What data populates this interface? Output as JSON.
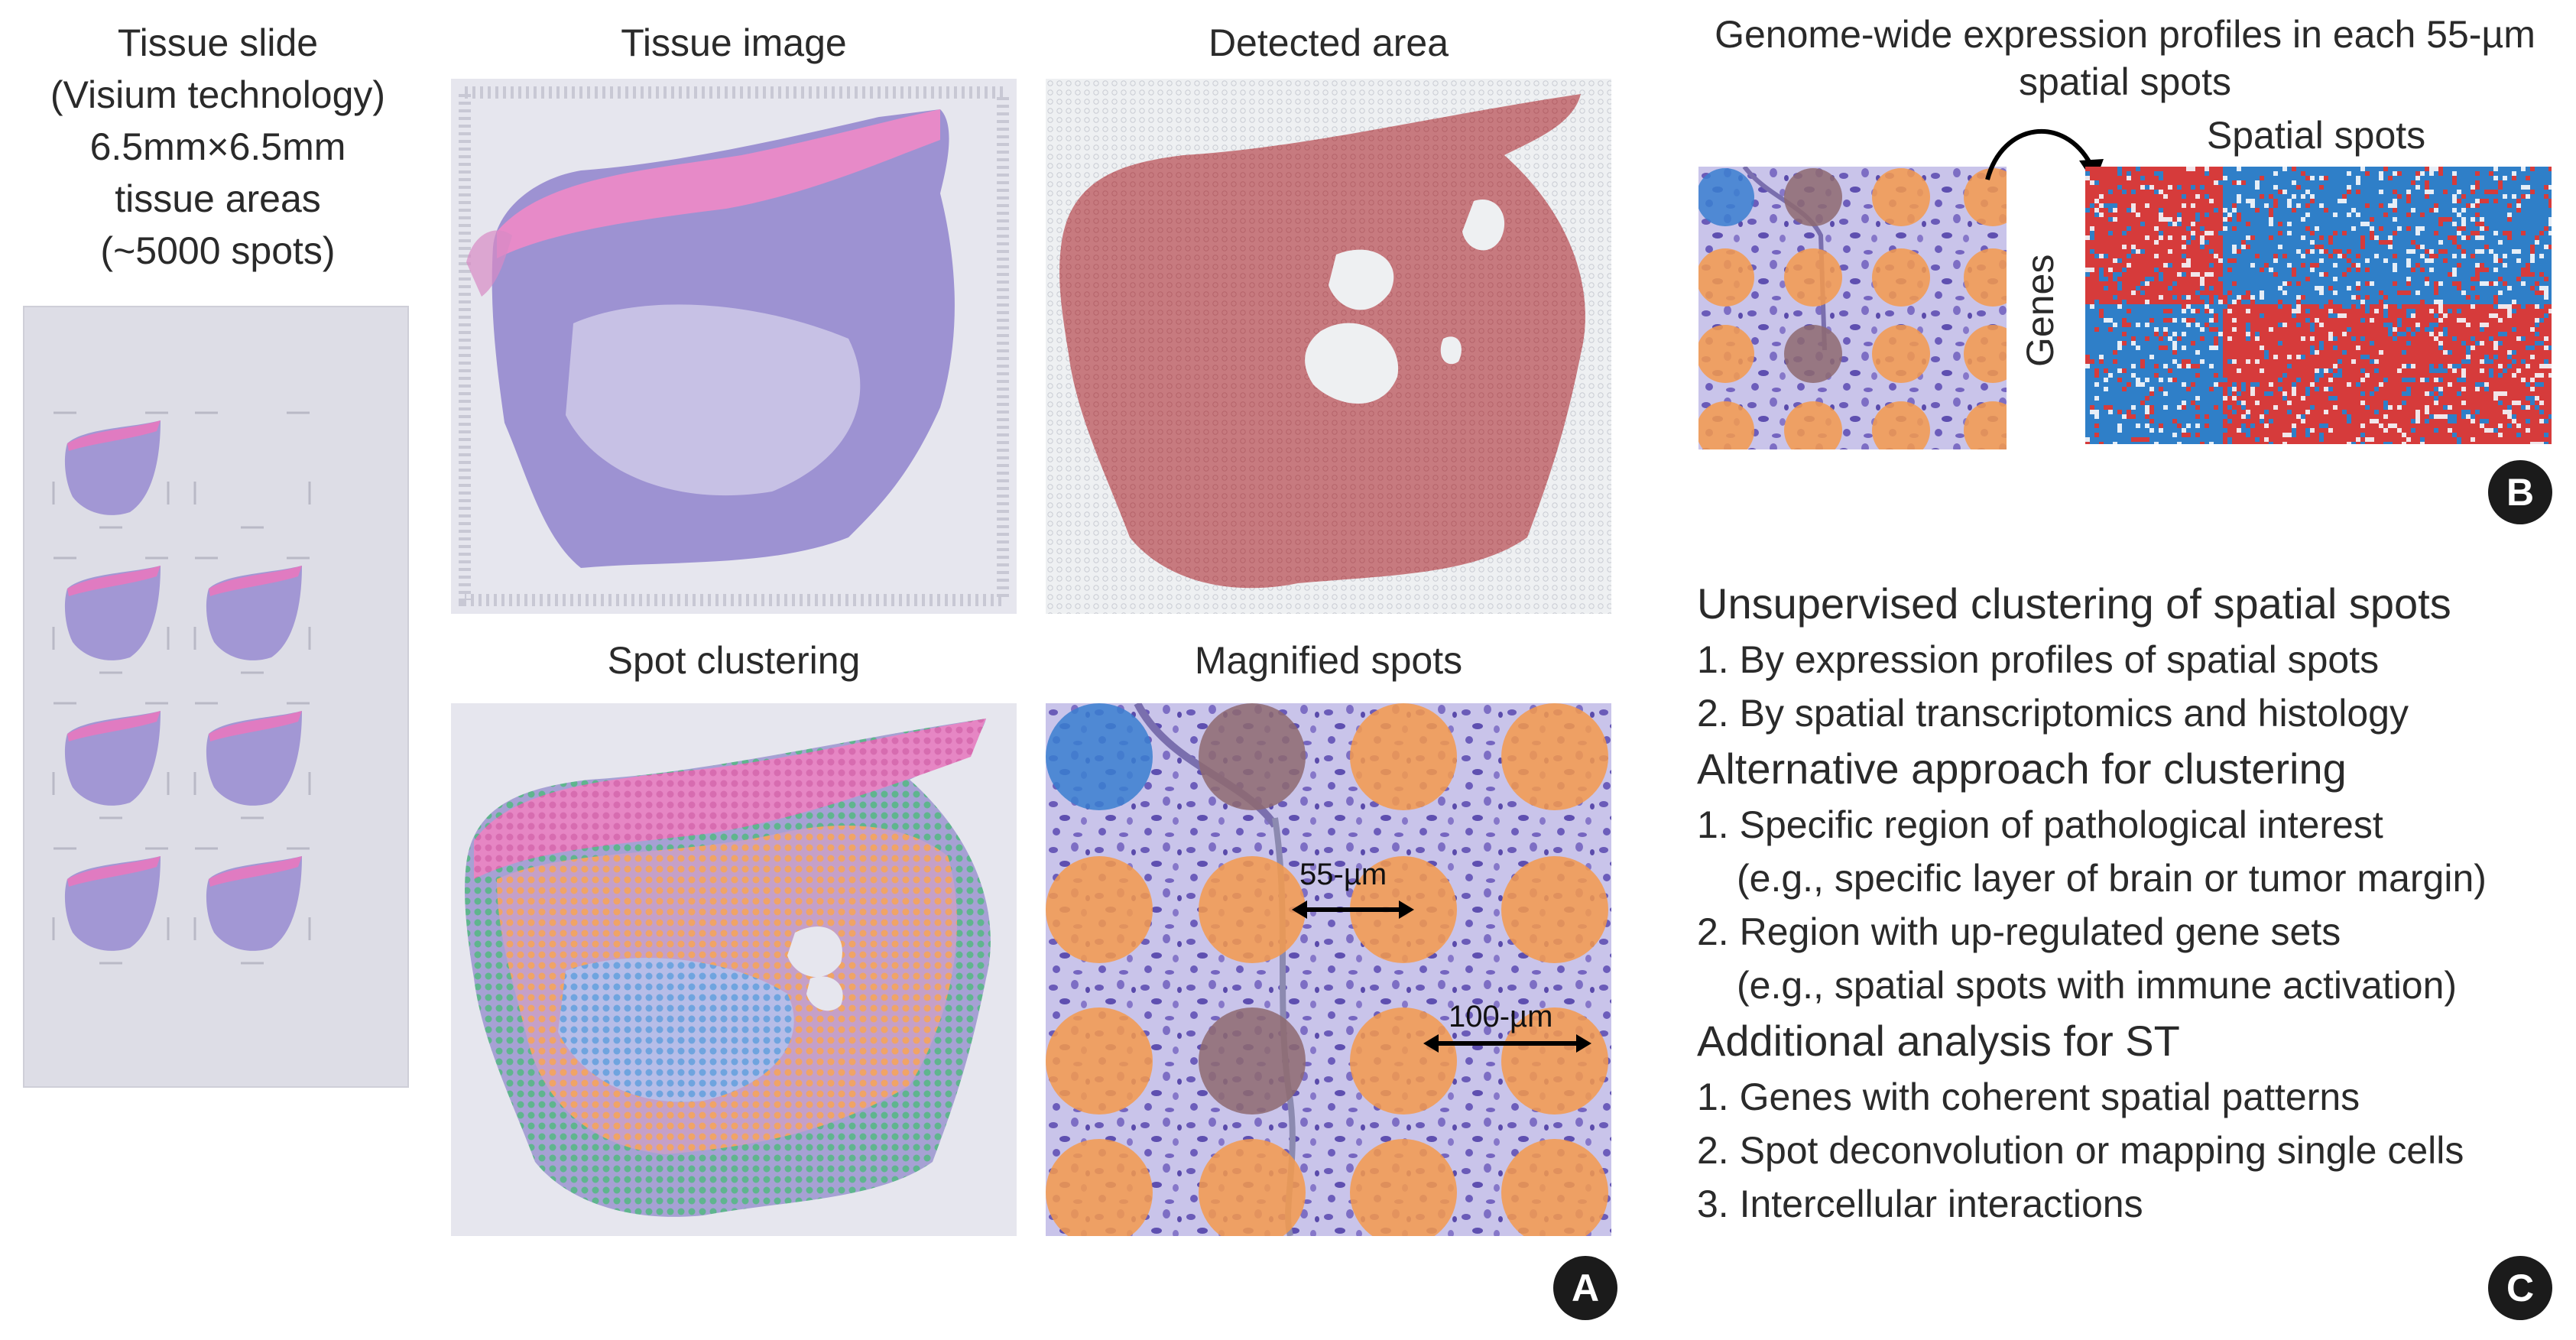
{
  "panel_a": {
    "slide_title": [
      "Tissue slide",
      "(Visium technology)",
      "6.5mm×6.5mm",
      "tissue areas",
      "(~5000 spots)"
    ],
    "tissue_image_title": "Tissue image",
    "detected_area_title": "Detected area",
    "spot_clustering_title": "Spot clustering",
    "magnified_spots_title": "Magnified spots",
    "label_55": "55-µm",
    "label_100": "100-µm",
    "badge": "A"
  },
  "panel_b": {
    "title": [
      "Genome-wide expression profiles in each 55-µm",
      "spatial spots"
    ],
    "spatial_spots_label": "Spatial spots",
    "genes_label": "Genes",
    "badge": "B"
  },
  "panel_c": {
    "heading1": "Unsupervised clustering of spatial spots",
    "items1": [
      "1. By expression profiles of spatial spots",
      "2. By spatial transcriptomics and histology"
    ],
    "heading2": "Alternative approach for clustering",
    "items2": [
      "1. Specific region of pathological interest",
      "(e.g., specific layer of brain or tumor margin)",
      "2. Region with up-regulated gene sets",
      "(e.g., spatial spots with immune activation)"
    ],
    "heading3": "Additional analysis for ST",
    "items3": [
      "1. Genes with coherent spatial patterns",
      "2. Spot deconvolution or mapping single cells",
      "3. Intercellular interactions"
    ],
    "badge": "C"
  },
  "colors": {
    "tissue_purple": "#9b8fd1",
    "tissue_pink": "#e07bc1",
    "detected_red": "#c77a7f",
    "spot_orange": "#f49a4c",
    "spot_brown": "#8e6a70",
    "spot_blue": "#3a7fd0",
    "heat_red": "#d63b3b",
    "heat_blue": "#2f7fc8"
  }
}
